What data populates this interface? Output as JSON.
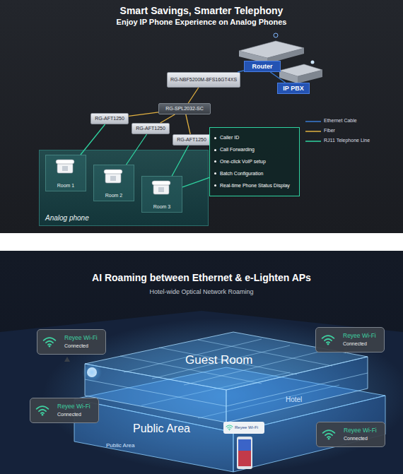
{
  "diagram": {
    "title": "Smart Savings, Smarter Telephony",
    "nodes": [
      {
        "text": [
          "Router"
        ]
      },
      {
        "text": [
          "IP PBX"
        ]
      },
      {
        "text": [
          "RG-NBF5200M-8FS16GT4XS"
        ]
      },
      {
        "text": [
          "RG-SPL2032-SC"
        ]
      },
      {
        "text": [
          "RG-AFT1250"
        ]
      },
      {
        "text": [
          "RG-AFT1250"
        ]
      },
      {
        "text": [
          "RG-AFT1250"
        ]
      },
      {
        "text": [
          "Analog phone"
        ]
      },
      {
        "text": [
          "Room 1"
        ],
        "in": 7
      },
      {
        "text": [
          "Room 2"
        ],
        "in": 7
      },
      {
        "text": [
          "Room 3"
        ],
        "in": 7
      },
      {
        "text": [
          "Caller ID",
          "Call Forwarding",
          "One-click VoIP setup",
          "Batch Configuration",
          "Real-time Phone Status Display"
        ]
      },
      {
        "text": [
          "Reyee Wi-Fi",
          "Connected"
        ]
      },
      {
        "text": [
          "Reyee Wi-Fi",
          "Connected"
        ]
      },
      {
        "text": [
          "Reyee Wi-Fi",
          "Connected"
        ]
      },
      {
        "text": [
          "Reyee Wi-Fi",
          "Connected"
        ]
      },
      {
        "text": [
          "Reyee Wi-Fi"
        ]
      }
    ],
    "edges": [
      {
        "from": 0,
        "to": 1,
        "arrow": "none"
      },
      {
        "from": 0,
        "to": 2,
        "arrow": "none"
      },
      {
        "from": 2,
        "to": 3,
        "arrow": "none"
      },
      {
        "from": 3,
        "to": 4,
        "arrow": "none"
      },
      {
        "from": 3,
        "to": 5,
        "arrow": "none"
      },
      {
        "from": 3,
        "to": 6,
        "arrow": "none"
      },
      {
        "from": 4,
        "to": 8,
        "arrow": "none"
      },
      {
        "from": 5,
        "to": 9,
        "arrow": "none"
      },
      {
        "from": 6,
        "to": 10,
        "arrow": "none"
      },
      {
        "from": 10,
        "to": 11,
        "arrow": "none"
      }
    ],
    "labels": [
      "Enjoy IP Phone Experience on Analog Phones",
      "AI Roaming between Ethernet & e-Lighten APs",
      "Hotel-wide Optical Network Roaming",
      "Guest Room",
      "Hotel",
      "Public Area",
      "Public Area"
    ],
    "legend": [
      {
        "text": "Ethernet Cable"
      },
      {
        "text": "Fiber"
      },
      {
        "text": "RJ11 Telephone Line"
      }
    ]
  }
}
